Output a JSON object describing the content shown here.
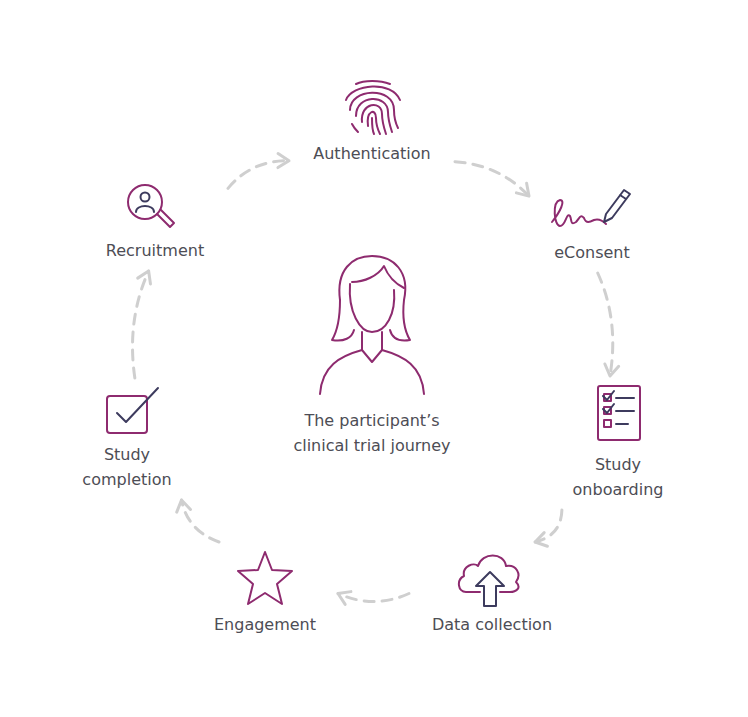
{
  "diagram": {
    "nodes": [
      {
        "text": [
          "Recruitment"
        ]
      },
      {
        "text": [
          "Authentication"
        ]
      },
      {
        "text": [
          "eConsent"
        ]
      },
      {
        "text": [
          "Study onboarding"
        ]
      },
      {
        "text": [
          "Data collection"
        ]
      },
      {
        "text": [
          "Engagement"
        ]
      },
      {
        "text": [
          "Study completion"
        ]
      }
    ],
    "edges": [
      {
        "from": 0,
        "to": 1,
        "arrow": "to"
      },
      {
        "from": 1,
        "to": 2,
        "arrow": "to"
      },
      {
        "from": 2,
        "to": 3,
        "arrow": "to"
      },
      {
        "from": 3,
        "to": 4,
        "arrow": "to"
      },
      {
        "from": 4,
        "to": 5,
        "arrow": "to"
      },
      {
        "from": 5,
        "to": 6,
        "arrow": "to"
      },
      {
        "from": 6,
        "to": 0,
        "arrow": "to"
      }
    ],
    "labels": [
      "The participant’s clinical trial journey"
    ]
  }
}
